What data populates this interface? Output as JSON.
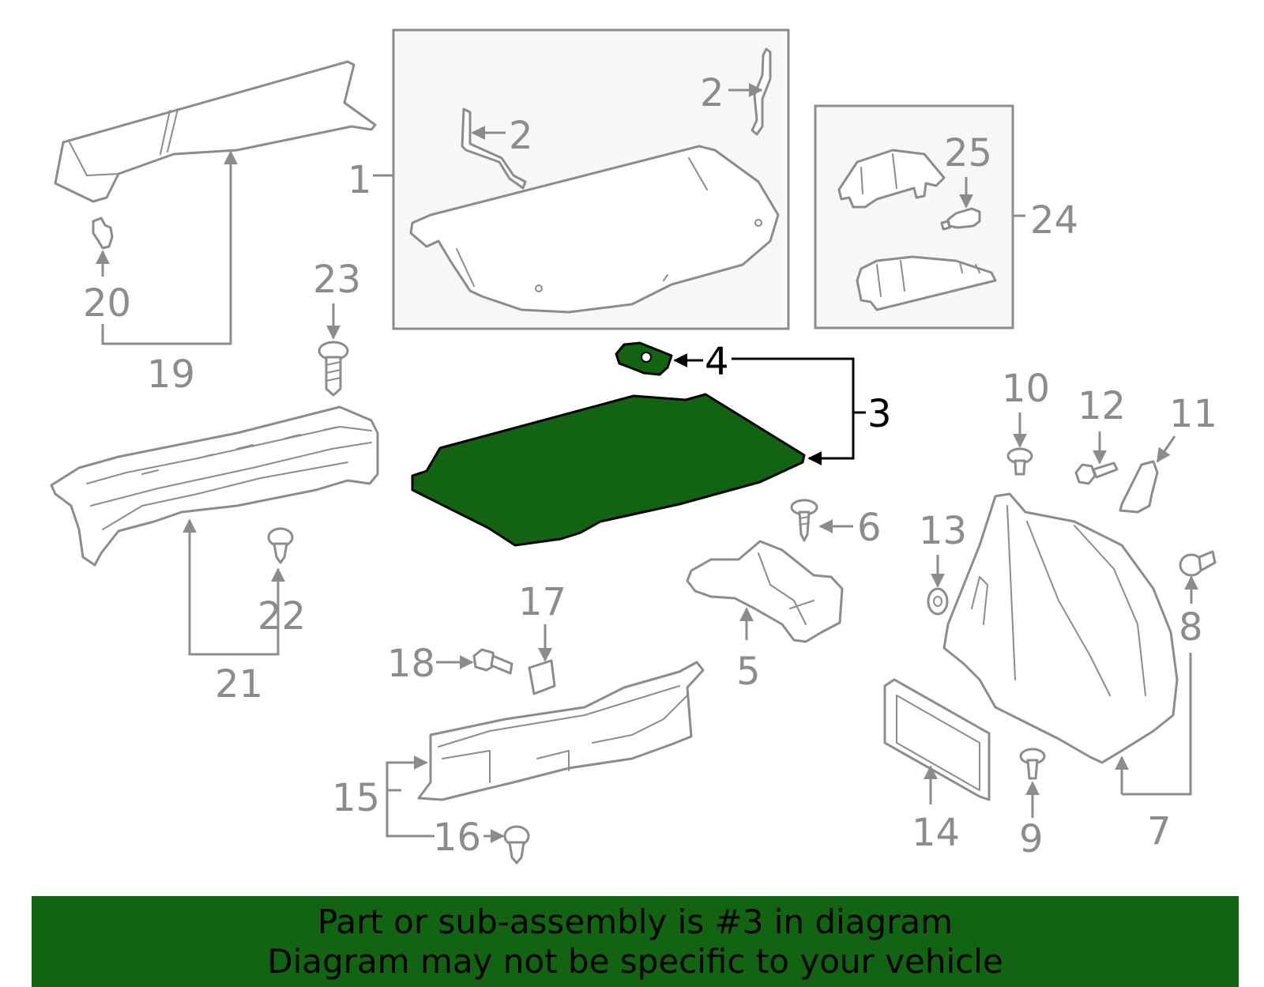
{
  "colors": {
    "highlight_part": "#126412",
    "banner_background": "#126412",
    "line_gray": "#8c8c8c",
    "text_gray": "#8c8c8c",
    "highlight_text": "#000000"
  },
  "diagram": {
    "highlighted_callout": "3",
    "callouts": {
      "c1": "1",
      "c2a": "2",
      "c2b": "2",
      "c3": "3",
      "c4": "4",
      "c5": "5",
      "c6": "6",
      "c7": "7",
      "c8": "8",
      "c9": "9",
      "c10": "10",
      "c11": "11",
      "c12": "12",
      "c13": "13",
      "c14": "14",
      "c15": "15",
      "c16": "16",
      "c17": "17",
      "c18": "18",
      "c19": "19",
      "c20": "20",
      "c21": "21",
      "c22": "22",
      "c23": "23",
      "c24": "24",
      "c25": "25"
    }
  },
  "banner": {
    "line1": "Part or sub-assembly is #3 in diagram",
    "line2": "Diagram may not be specific to your vehicle"
  }
}
